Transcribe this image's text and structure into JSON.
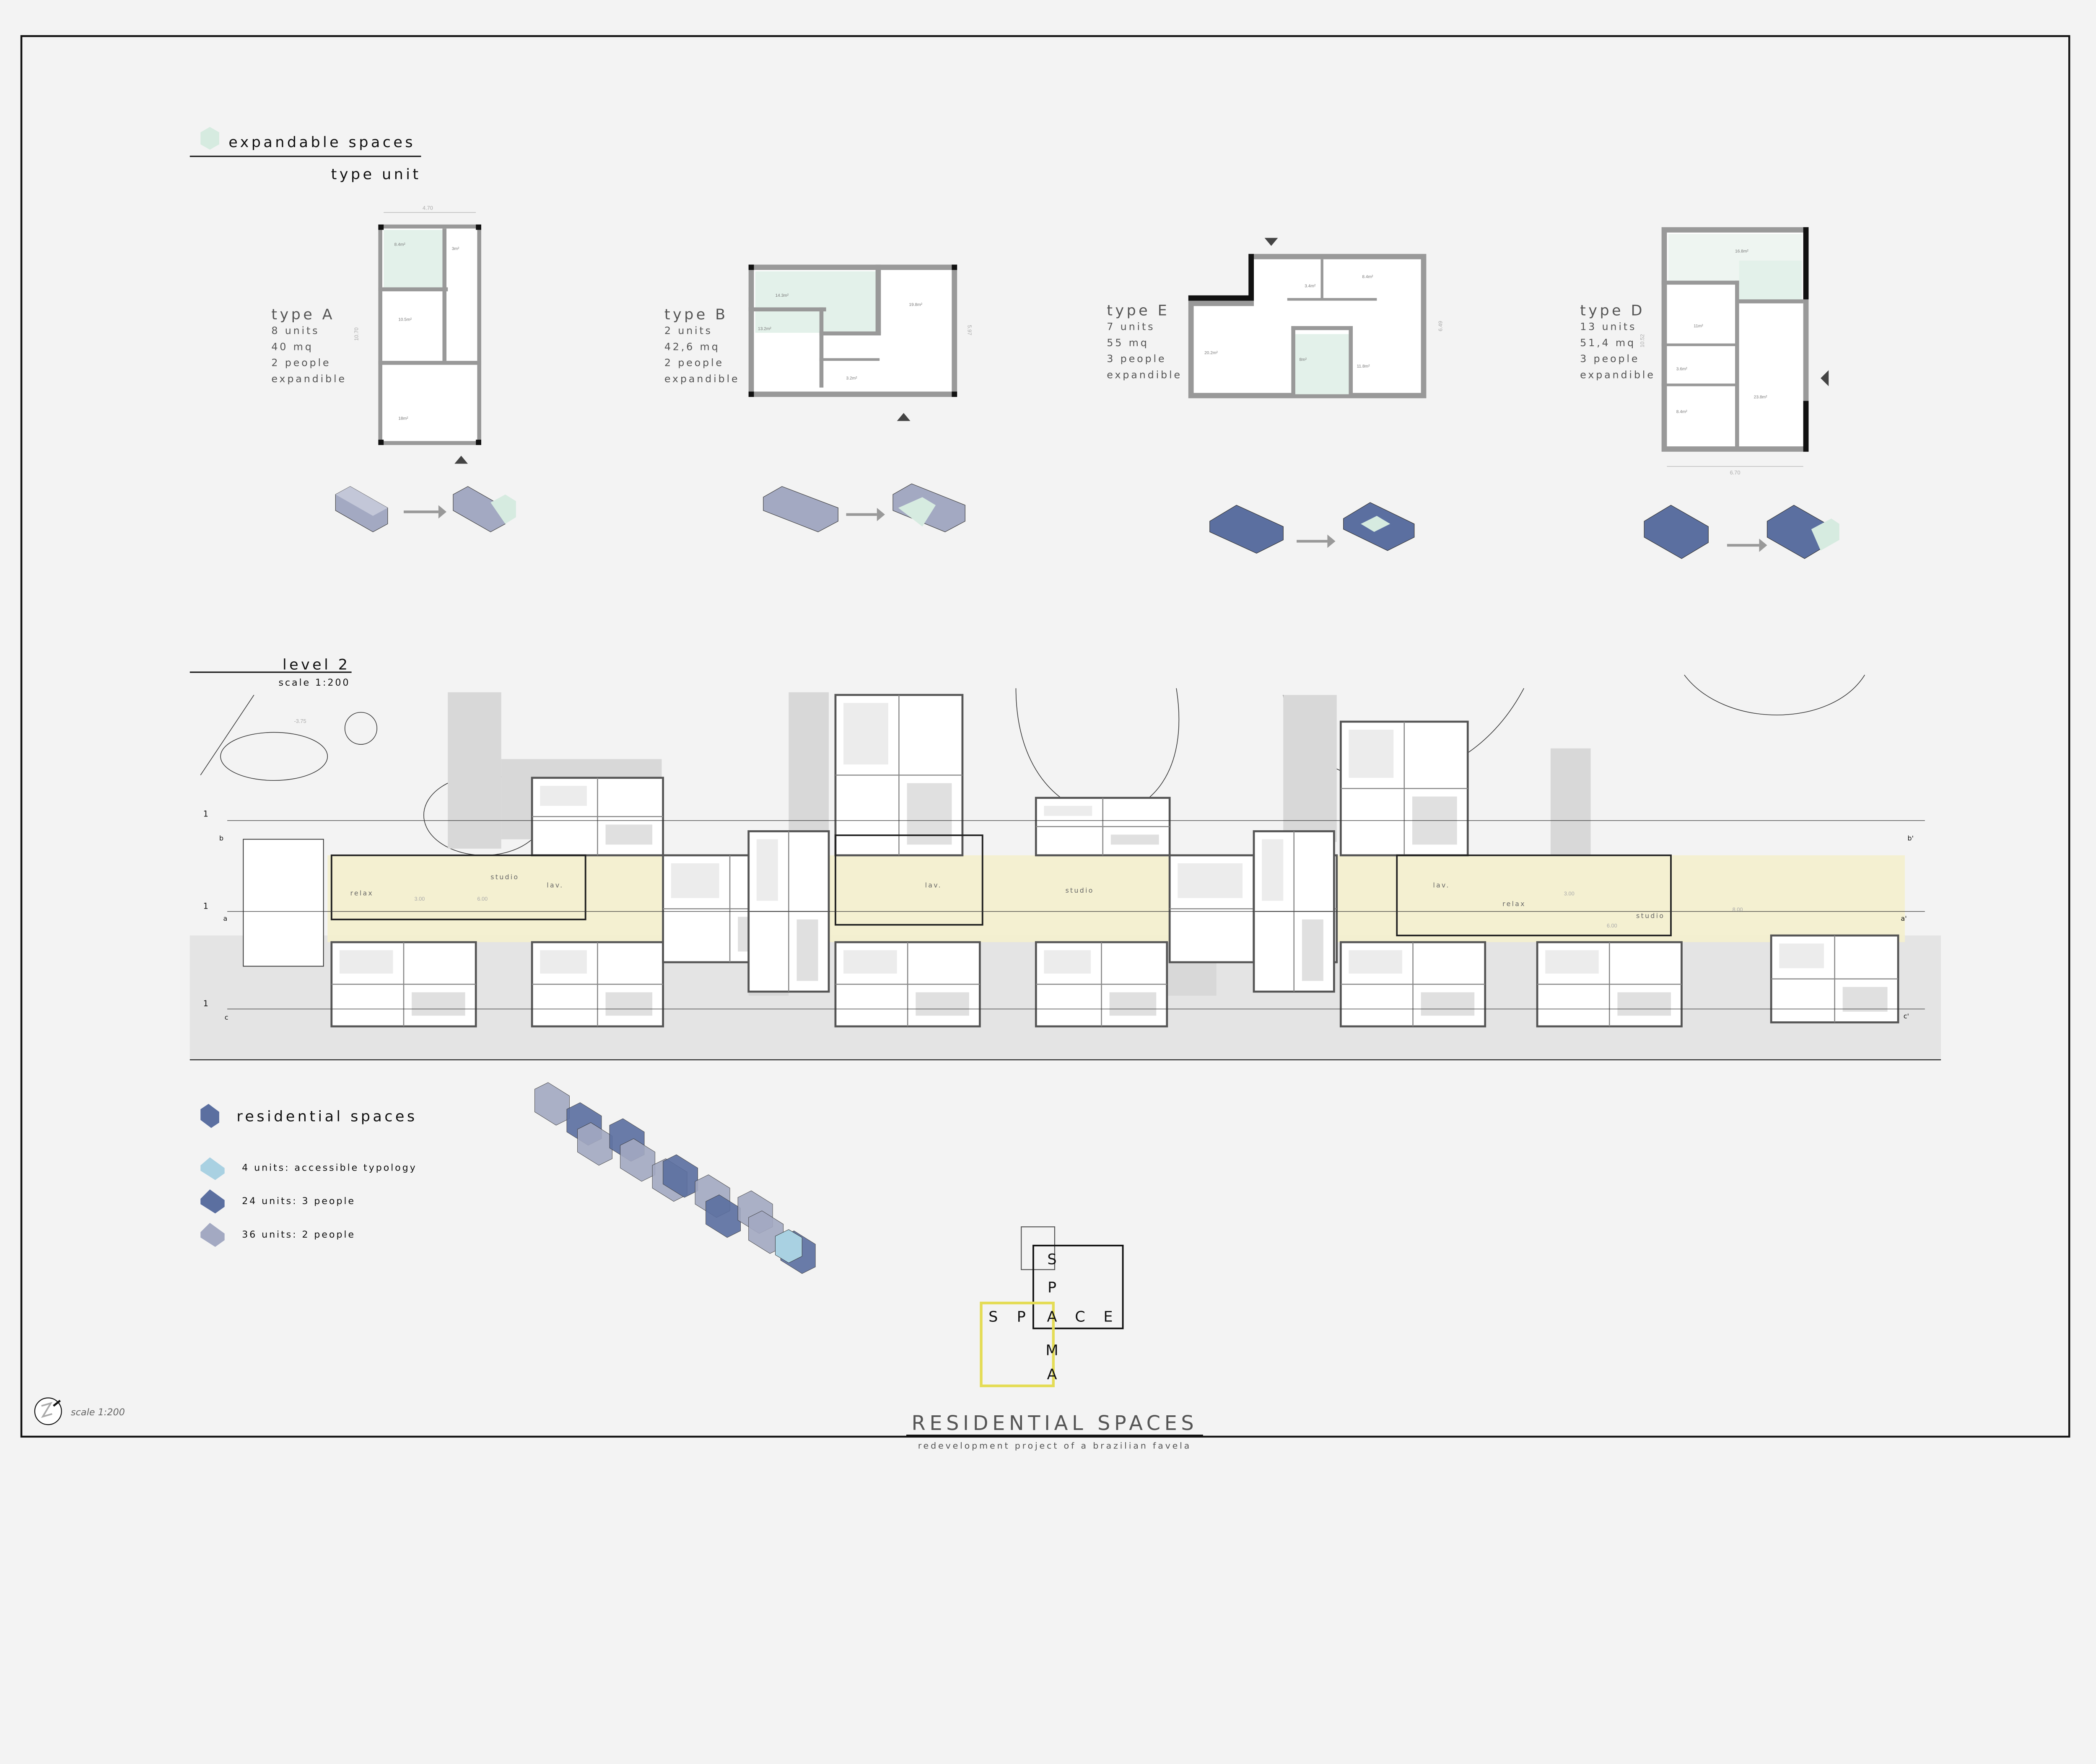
{
  "header": {
    "title": "expandable spaces",
    "subtitle": "type unit"
  },
  "types": [
    {
      "name": "type A",
      "units": "8 units",
      "area": "40 mq",
      "people": "2 people",
      "note": "expandible",
      "dims": [
        "4.70",
        "10.70"
      ],
      "rooms": [
        "8.4m²",
        "3m²",
        "10.5m²",
        "18m²"
      ]
    },
    {
      "name": "type B",
      "units": "2 units",
      "area": "42,6 mq",
      "people": "2 people",
      "note": "expandible",
      "dims": [
        "5.97"
      ],
      "rooms": [
        "14.3m²",
        "19.8m²",
        "13.2m²",
        "3.2m²"
      ]
    },
    {
      "name": "type E",
      "units": "7 units",
      "area": "55 mq",
      "people": "3 people",
      "note": "expandible",
      "dims": [
        "6.49"
      ],
      "rooms": [
        "8.4m²",
        "3.4m²",
        "20.2m²",
        "8m²",
        "11.8m²"
      ]
    },
    {
      "name": "type D",
      "units": "13 units",
      "area": "51,4 mq",
      "people": "3 people",
      "note": "expandible",
      "dims": [
        "6.70",
        "10.52"
      ],
      "rooms": [
        "16.8m²",
        "11m²",
        "3.6m²",
        "23.8m²",
        "8.4m²"
      ]
    }
  ],
  "level": {
    "title": "level 2",
    "scale": "scale 1:200",
    "rooms": [
      "relax",
      "studio",
      "lav.",
      "lav.",
      "studio",
      "lav.",
      "relax",
      "studio"
    ],
    "levels": [
      "-3.75",
      "3.00",
      "6.00",
      "3.00",
      "6.00",
      "8.00"
    ],
    "axes": [
      "1",
      "b",
      "b'",
      "1",
      "a",
      "a'",
      "1",
      "c",
      "c'"
    ]
  },
  "legend": {
    "title": "residential spaces",
    "items": [
      {
        "label": "4 units: accessible typology",
        "color": "#a9d1e2"
      },
      {
        "label": "24 units: 3 people",
        "color": "#5b6fa0"
      },
      {
        "label": "36 units: 2 people",
        "color": "#a3a9c2"
      }
    ]
  },
  "logo": {
    "across": [
      "S",
      "P",
      "A",
      "C",
      "E"
    ],
    "down": [
      "S",
      "P",
      "A",
      "M",
      "A"
    ],
    "accent": "#e4dc55"
  },
  "footer": {
    "title": "RESIDENTIAL SPACES",
    "subtitle": "redevelopment project of a brazilian favela",
    "north_icon": "north-arrow-icon",
    "scale": "scale 1:200"
  },
  "colors": {
    "corridor": "#f3efcf",
    "expandable": "#e3f1ea",
    "wall": "#999999"
  }
}
